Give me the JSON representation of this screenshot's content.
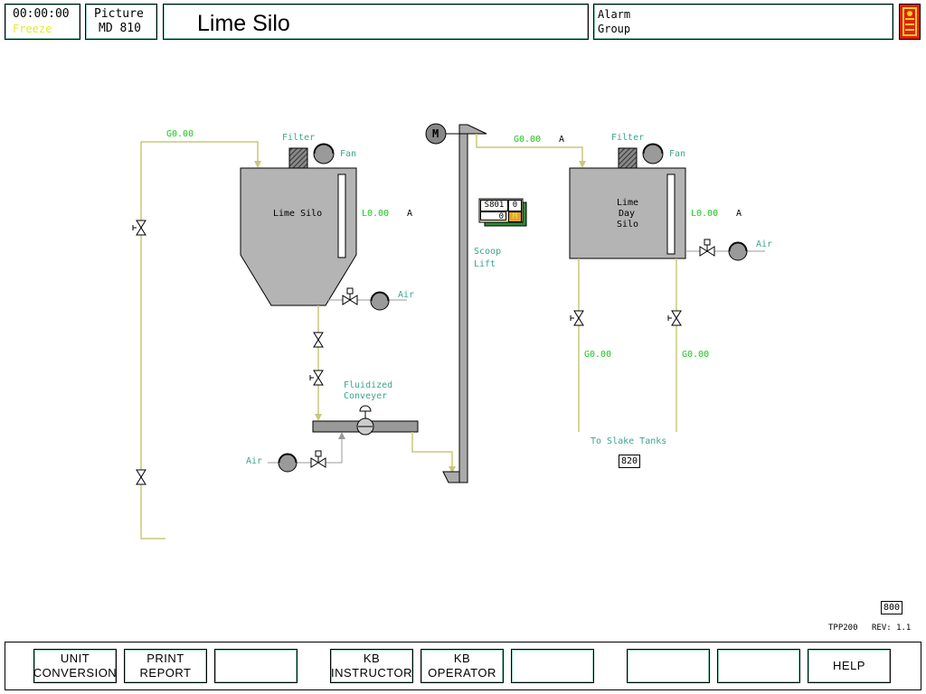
{
  "header": {
    "time": "00:00:00",
    "freeze": "Freeze",
    "picture_label": "Picture",
    "picture_id": "MD 810",
    "title": "Lime Silo",
    "alarm_line1": "Alarm",
    "alarm_line2": "Group"
  },
  "diagram": {
    "lime_silo": {
      "name": "Lime Silo",
      "level": "L0.00",
      "level_mode": "A",
      "filter": "Filter",
      "fan": "Fan",
      "air": "Air"
    },
    "feed_left": {
      "value": "G0.00"
    },
    "conveyor": {
      "name_line1": "Fluidized",
      "name_line2": "Conveyer",
      "air": "Air"
    },
    "scoop_lift": {
      "line1": "Scoop",
      "line2": "Lift",
      "motor": "M"
    },
    "s801": {
      "tag": "S801",
      "val1": "0",
      "val2": "0",
      "mode": "M"
    },
    "day_silo": {
      "line1": "Lime",
      "line2": "Day",
      "line3": "Silo",
      "level": "L0.00",
      "level_mode": "A",
      "filter": "Filter",
      "fan": "Fan",
      "air": "Air",
      "feed": "G0.00",
      "feed_mode": "A",
      "out_left": "G0.00",
      "out_right": "G0.00",
      "to_slake": "To Slake Tanks",
      "link_820": "820"
    }
  },
  "status": {
    "link_800": "800",
    "tpp": "TPP200",
    "rev": "REV: 1.1"
  },
  "footer": {
    "buttons": [
      "UNIT\nCONVERSION",
      "PRINT\nREPORT",
      "",
      "KB\nINSTRUCTOR",
      "KB\nOPERATOR",
      "",
      "",
      "",
      "HELP"
    ]
  },
  "colors": {
    "pipe": "#c8c87a",
    "vessel": "#b4b4b4",
    "value_green": "#1ec81e",
    "label_teal": "#3aa58e",
    "freeze_yellow": "#e8e830"
  }
}
